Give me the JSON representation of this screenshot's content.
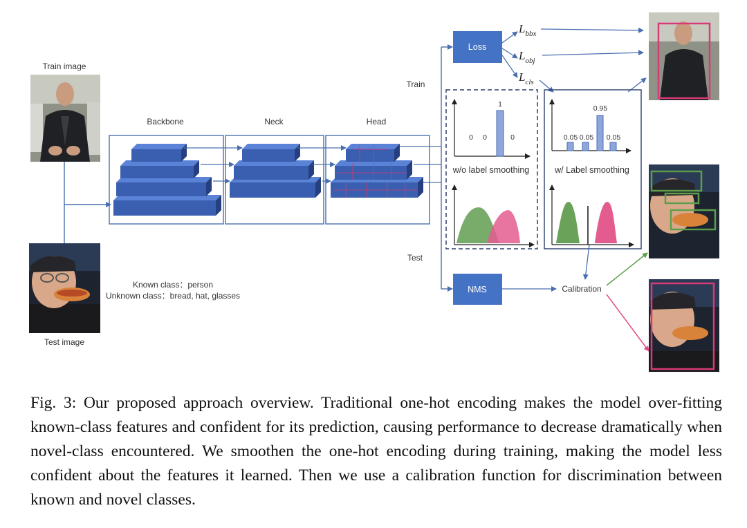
{
  "labels": {
    "train_image": "Train image",
    "test_image": "Test image",
    "backbone": "Backbone",
    "neck": "Neck",
    "head": "Head",
    "train": "Train",
    "test": "Test",
    "loss": "Loss",
    "nms": "NMS",
    "calibration": "Calibration",
    "known_class": "Known class：person",
    "unknown_class": "Unknown class：bread, hat, glasses"
  },
  "losses": [
    {
      "symbol": "L",
      "sub": "bbx"
    },
    {
      "symbol": "L",
      "sub": "obj"
    },
    {
      "symbol": "L",
      "sub": "cls"
    }
  ],
  "smoothing": {
    "without": {
      "title": "w/o label smoothing",
      "bars": [
        0,
        0,
        1,
        0
      ],
      "labels": [
        "0",
        "0",
        "1",
        "0"
      ]
    },
    "with": {
      "title": "w/ Label smoothing",
      "bars": [
        0.05,
        0.05,
        0.95,
        0.05
      ],
      "labels": [
        "0.05",
        "0.05",
        "0.95",
        "0.05"
      ]
    }
  },
  "colors": {
    "accent_blue": "#4472c4",
    "box_blue": "#4a74c0",
    "green": "#5c9e4a",
    "pink": "#e04a86",
    "line": "#4a6fb0"
  },
  "caption": "Fig. 3: Our proposed approach overview. Traditional one-hot encoding makes the model over-fitting known-class features and confident for its prediction, causing performance to decrease dramatically when novel-class encountered. We smoothen the one-hot encoding during training, making the model less confident about the features it learned. Then we use a calibration function for discrimination between known and novel classes."
}
